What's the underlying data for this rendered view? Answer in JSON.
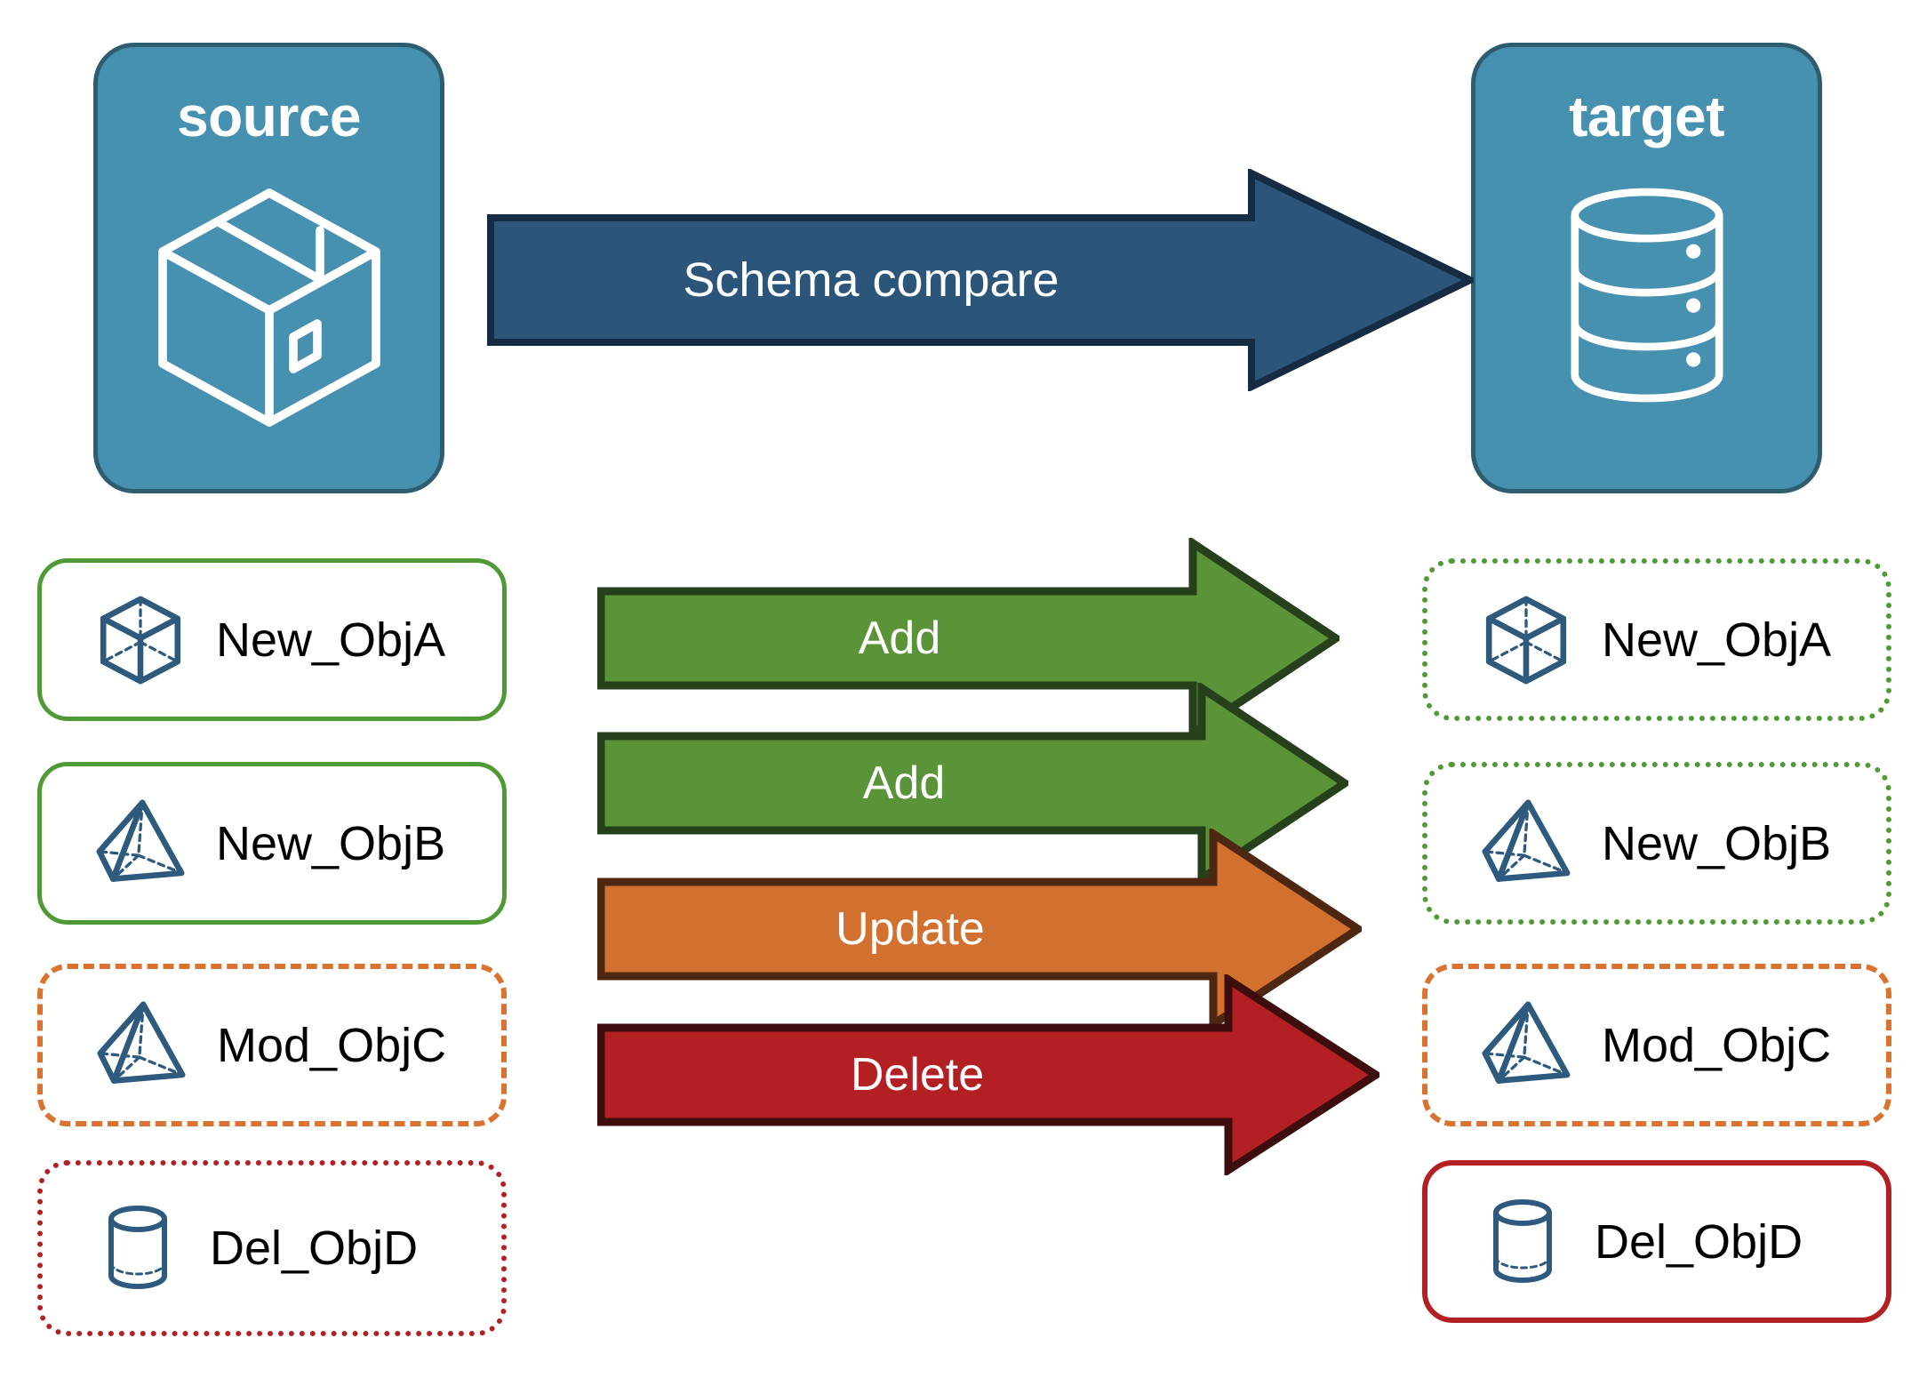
{
  "endpoints": {
    "source": {
      "title": "source",
      "icon": "package-box-icon",
      "fill": "#4591AF",
      "stroke": "#2E5D70"
    },
    "target": {
      "title": "target",
      "icon": "database-cylinder-icon",
      "fill": "#4591AF",
      "stroke": "#2E5D70"
    }
  },
  "main_arrow": {
    "label": "Schema compare",
    "fill": "#2B5579",
    "stroke": "#152C43"
  },
  "rows": [
    {
      "action": "Add",
      "arrow_fill": "#5B9339",
      "arrow_stroke": "#25401A",
      "source": {
        "label": "New_ObjA",
        "icon": "cube-wireframe-icon",
        "border_color": "#4F9A35",
        "border_style": "solid"
      },
      "target": {
        "label": "New_ObjA",
        "icon": "cube-wireframe-icon",
        "border_color": "#4F9A35",
        "border_style": "dotted"
      }
    },
    {
      "action": "Add",
      "arrow_fill": "#5B9339",
      "arrow_stroke": "#25401A",
      "source": {
        "label": "New_ObjB",
        "icon": "pyramid-wireframe-icon",
        "border_color": "#4F9A35",
        "border_style": "solid"
      },
      "target": {
        "label": "New_ObjB",
        "icon": "pyramid-wireframe-icon",
        "border_color": "#4F9A35",
        "border_style": "dotted"
      }
    },
    {
      "action": "Update",
      "arrow_fill": "#D2702F",
      "arrow_stroke": "#4E2712",
      "source": {
        "label": "Mod_ObjC",
        "icon": "pyramid-wireframe-icon",
        "border_color": "#D9732F",
        "border_style": "dashed"
      },
      "target": {
        "label": "Mod_ObjC",
        "icon": "pyramid-wireframe-icon",
        "border_color": "#D9732F",
        "border_style": "dashed"
      }
    },
    {
      "action": "Delete",
      "arrow_fill": "#B32024",
      "arrow_stroke": "#3E0D0D",
      "source": {
        "label": "Del_ObjD",
        "icon": "cylinder-wireframe-icon",
        "border_color": "#B32024",
        "border_style": "dotted"
      },
      "target": {
        "label": "Del_ObjD",
        "icon": "cylinder-wireframe-icon",
        "border_color": "#B32024",
        "border_style": "solid"
      }
    }
  ],
  "colors": {
    "object_icon": "#2E5A7D",
    "card_background": "#ffffff",
    "page_background": "#ffffff"
  }
}
